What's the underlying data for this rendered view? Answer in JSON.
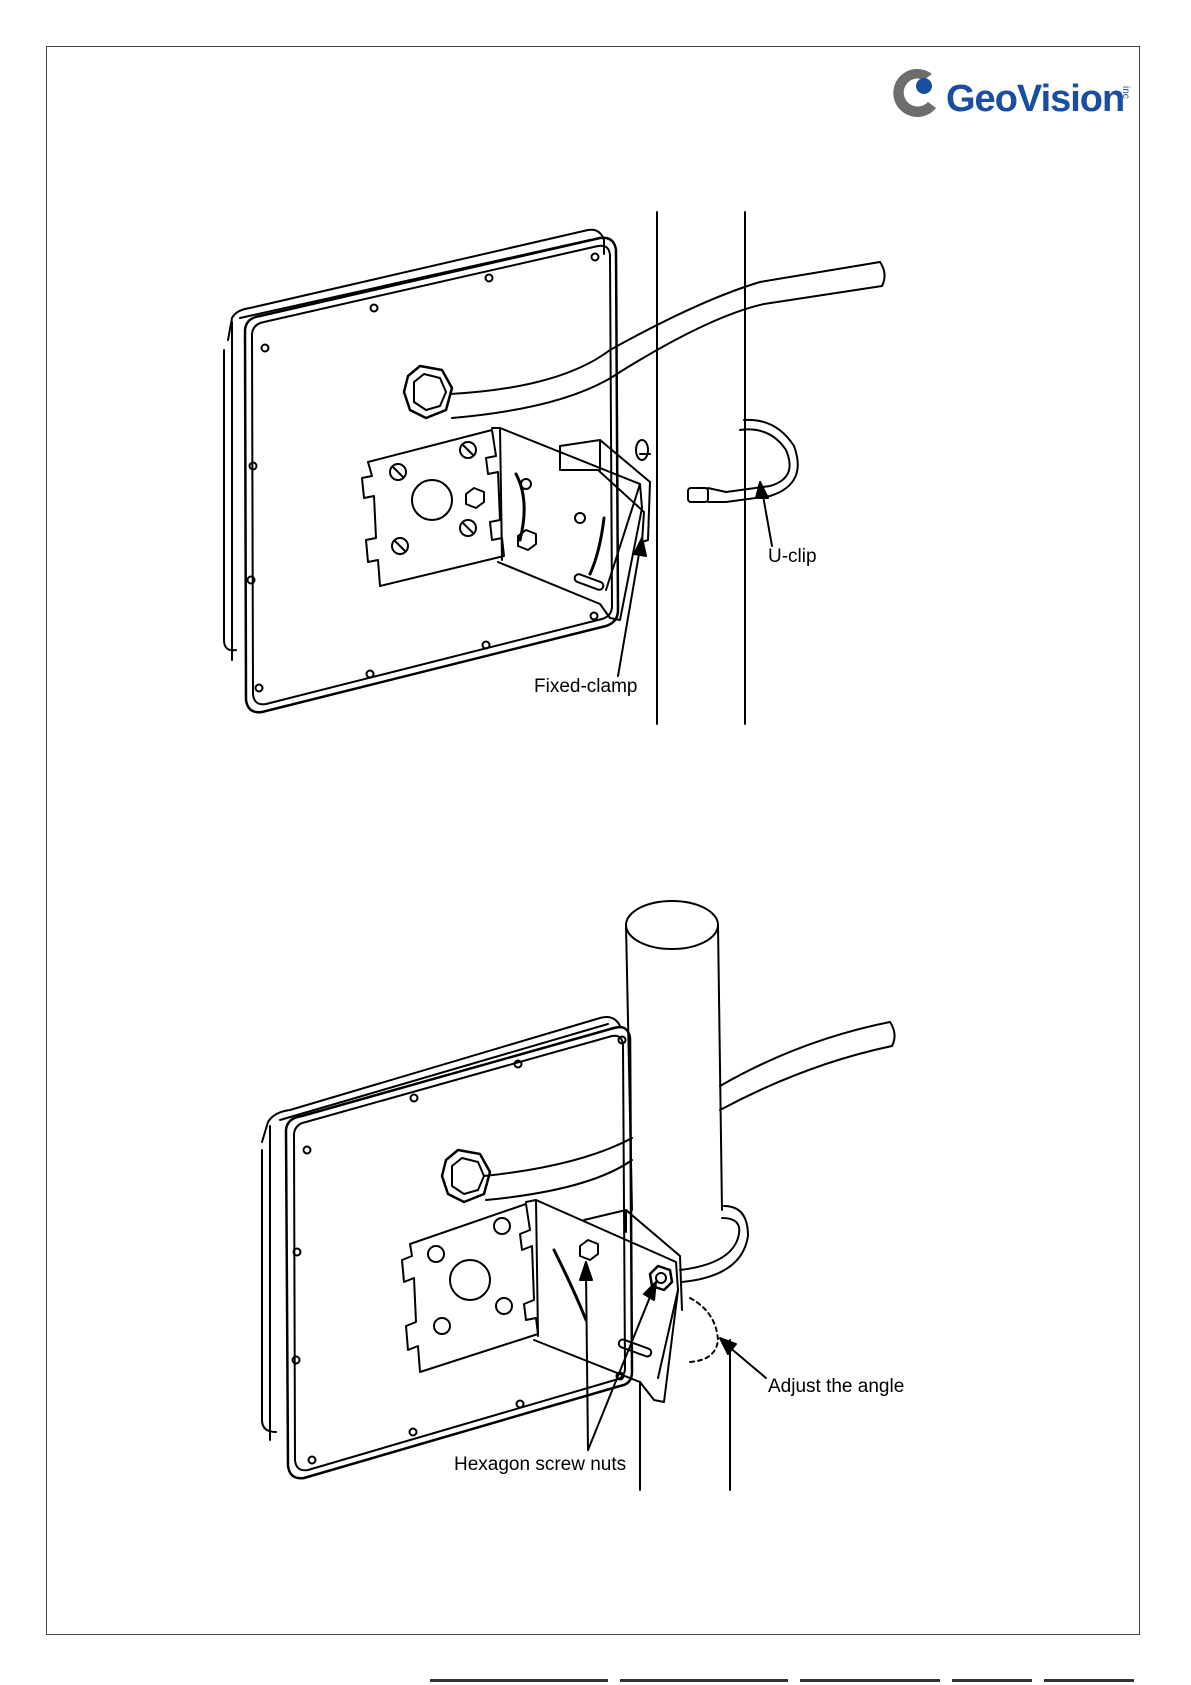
{
  "brand": {
    "name": "GeoVision",
    "suffix": "inc",
    "color": "#1a4fa0",
    "mark_color": "#6d6d6d"
  },
  "figure1": {
    "labels": {
      "u_clip": "U-clip",
      "fixed_clamp": "Fixed-clamp"
    }
  },
  "figure2": {
    "labels": {
      "adjust_angle": "Adjust the angle",
      "hex_nuts": "Hexagon screw nuts"
    }
  }
}
